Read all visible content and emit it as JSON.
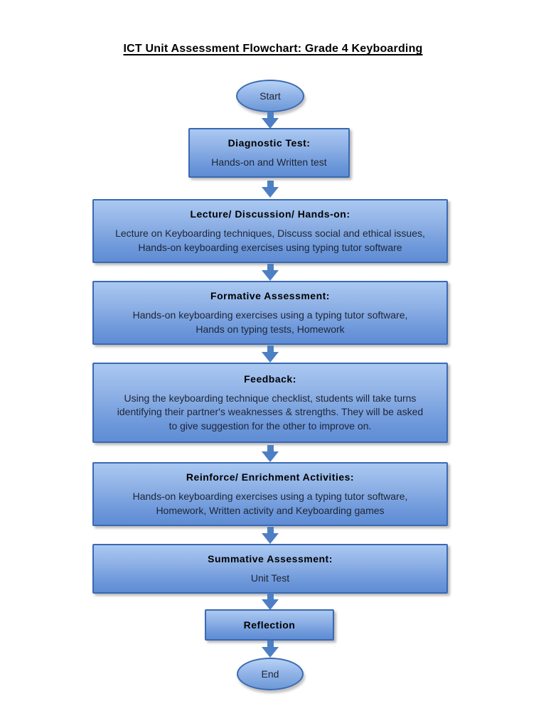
{
  "page": {
    "title": "ICT Unit Assessment Flowchart: Grade 4 Keyboarding"
  },
  "flowchart": {
    "start_label": "Start",
    "end_label": "End",
    "nodes": [
      {
        "heading": "Diagnostic Test:",
        "body": [
          "Hands-on and Written test"
        ]
      },
      {
        "heading": "Lecture/ Discussion/ Hands-on:",
        "body": [
          "Lecture on Keyboarding techniques, Discuss social and ethical issues,",
          "Hands-on keyboarding exercises using typing tutor software"
        ]
      },
      {
        "heading": "Formative Assessment:",
        "body": [
          "Hands-on keyboarding exercises using a typing tutor software,",
          "Hands on typing tests, Homework"
        ]
      },
      {
        "heading": "Feedback:",
        "body": [
          "Using the keyboarding technique checklist, students will take turns",
          "identifying their partner's weaknesses & strengths. They will be asked",
          "to give suggestion for the other to improve on."
        ]
      },
      {
        "heading": "Reinforce/ Enrichment Activities:",
        "body": [
          "Hands-on keyboarding exercises using a typing tutor software,",
          "Homework, Written activity and Keyboarding games"
        ]
      },
      {
        "heading": "Summative Assessment:",
        "body": [
          "Unit Test"
        ]
      },
      {
        "heading": "Reflection",
        "body": []
      }
    ],
    "colors": {
      "box_fill_top": "#aac8f1",
      "box_fill_bottom": "#5f8cd4",
      "box_border": "#3a69b2",
      "arrow": "#4d7fc4",
      "heading_text": "#000000",
      "body_text": "#1e2535",
      "background": "#ffffff"
    }
  }
}
